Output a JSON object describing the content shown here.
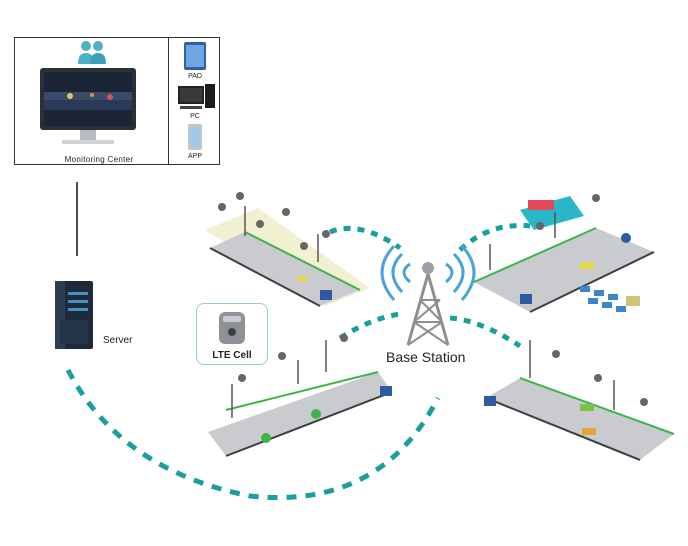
{
  "monitoring_center": {
    "label": "Monitoring Center",
    "devices": [
      {
        "label": "PAD",
        "icon": "tablet-icon"
      },
      {
        "label": "PC",
        "icon": "desktop-pc-icon"
      },
      {
        "label": "APP",
        "icon": "smartphone-icon"
      }
    ]
  },
  "server": {
    "label": "Server"
  },
  "base_station": {
    "label": "Base Station"
  },
  "lte_cell": {
    "label": "LTE Cell"
  },
  "colors": {
    "signal": "#1a9f9f",
    "road": "#c9cbce",
    "curb": "#3a3f45",
    "green_line": "#3bb54a",
    "tower": "#8b8f94",
    "wave": "#4aa3d8"
  }
}
